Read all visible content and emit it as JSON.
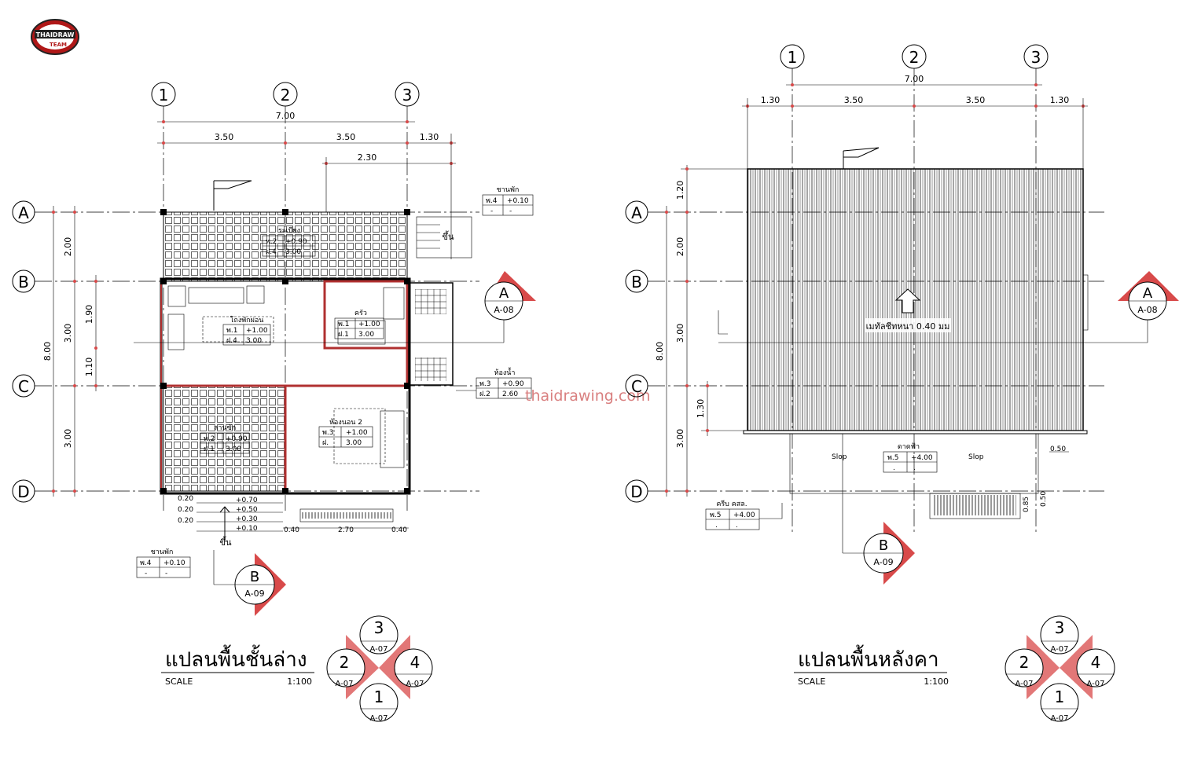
{
  "logo": {
    "text": "THAIDRAW",
    "subtext": "TEAM"
  },
  "watermark": "thaidrawing.com",
  "left_plan": {
    "title": "แปลนพื้นชั้นล่าง",
    "scale_label": "SCALE",
    "scale_value": "1:100",
    "grid_cols": [
      "1",
      "2",
      "3"
    ],
    "grid_rows": [
      "A",
      "B",
      "C",
      "D"
    ],
    "dim_total_h": "7.00",
    "dim_h": [
      "3.50",
      "3.50",
      "1.30"
    ],
    "dim_sub": "2.30",
    "dim_total_v": "8.00",
    "dim_v": [
      "2.00",
      "3.00",
      "3.00"
    ],
    "dim_v_sub": [
      "1.90",
      "1.10"
    ],
    "rooms": [
      {
        "name": "ระเบียง",
        "code1": "พ.2",
        "val1": "+0.90",
        "code2": "ฝ.4",
        "val2": "3.00"
      },
      {
        "name": "โถงพักผ่อน",
        "code1": "พ.1",
        "val1": "+1.00",
        "code2": "ฝ.4",
        "val2": "3.00"
      },
      {
        "name": "ครัว",
        "code1": "พ.1",
        "val1": "+1.00",
        "code2": "ฝ.1",
        "val2": "3.00"
      },
      {
        "name": "ห้องน้ำ",
        "code1": "พ.3",
        "val1": "+0.90",
        "code2": "ฝ.2",
        "val2": "2.60"
      },
      {
        "name": "ห้องนอน 2",
        "code1": "พ.3",
        "val1": "+1.00",
        "code2": "ฝ.",
        "val2": "3.00"
      },
      {
        "name": "ชานพัก",
        "code1": "พ.4",
        "val1": "+0.10",
        "code2": "-",
        "val2": "-"
      },
      {
        "name": "ชานพัก",
        "code1": "พ.4",
        "val1": "+0.10",
        "code2": "-",
        "val2": "-"
      },
      {
        "name": "ลานซัก",
        "code1": "พ.2",
        "val1": "+0.90",
        "code2": "ฝ.1",
        "val2": "3.00"
      }
    ],
    "stair_label": "ขึ้น",
    "section_a": {
      "letter": "A",
      "sheet": "A-08"
    },
    "section_b": {
      "letter": "B",
      "sheet": "A-09"
    },
    "key": [
      {
        "num": "3",
        "sheet": "A-07"
      },
      {
        "num": "2",
        "sheet": "A-07"
      },
      {
        "num": "4",
        "sheet": "A-07"
      },
      {
        "num": "1",
        "sheet": "A-07"
      }
    ],
    "step_levels": [
      "+0.70",
      "+0.50",
      "+0.30",
      "+0.10"
    ],
    "step_dims": [
      "0.20",
      "0.20",
      "0.20"
    ],
    "bottom_dims": [
      "0.40",
      "2.70",
      "0.40"
    ]
  },
  "right_plan": {
    "title": "แปลนพื้นหลังคา",
    "scale_label": "SCALE",
    "scale_value": "1:100",
    "grid_cols": [
      "1",
      "2",
      "3"
    ],
    "grid_rows": [
      "A",
      "B",
      "C",
      "D"
    ],
    "dim_total_h": "7.00",
    "dim_h": [
      "1.30",
      "3.50",
      "3.50",
      "1.30"
    ],
    "dim_total_v": "8.00",
    "dim_v": [
      "1.20",
      "2.00",
      "3.00",
      "3.00"
    ],
    "dim_v_sub": "1.30",
    "roof_note": "เมทัลชีทหนา 0.40 มม",
    "deck": {
      "name": "ดาดฟ้า",
      "code1": "พ.5",
      "val1": "+4.00",
      "code2": ".",
      "val2": "."
    },
    "ledge": {
      "name": "ครีบ คสล.",
      "code1": "พ.5",
      "val1": "+4.00",
      "code2": ".",
      "val2": "."
    },
    "slope_label": "Slop",
    "small_dims": [
      "0.50",
      "0.85",
      "0.50"
    ],
    "section_a": {
      "letter": "A",
      "sheet": "A-08"
    },
    "section_b": {
      "letter": "B",
      "sheet": "A-09"
    },
    "key": [
      {
        "num": "3",
        "sheet": "A-07"
      },
      {
        "num": "2",
        "sheet": "A-07"
      },
      {
        "num": "4",
        "sheet": "A-07"
      },
      {
        "num": "1",
        "sheet": "A-07"
      }
    ]
  }
}
